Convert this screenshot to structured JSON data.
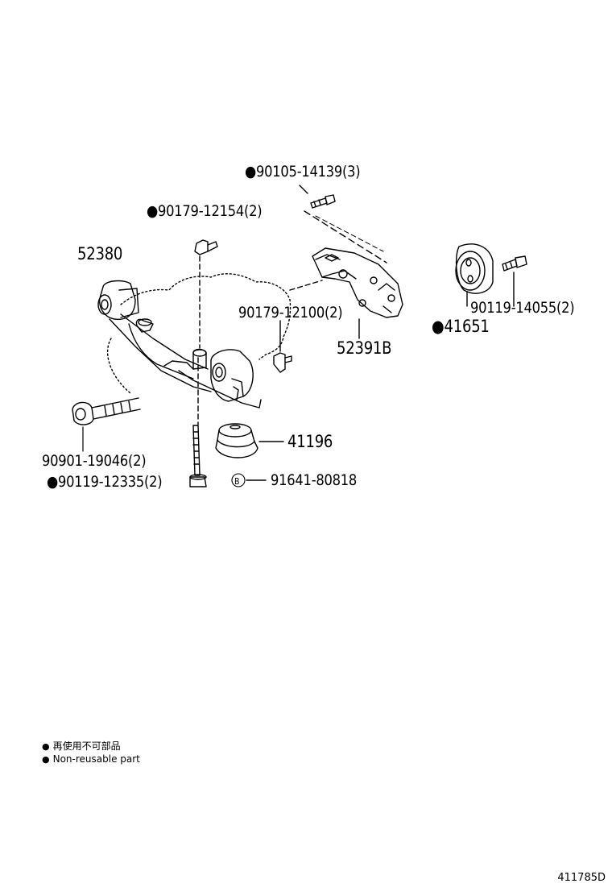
{
  "parts": {
    "p1": "●90105-14139(3)",
    "p2": "●90179-12154(2)",
    "p3": "52380",
    "p4": "90179-12100(2)",
    "p5": "52391B",
    "p6": "90119-14055(2)",
    "p7": "●41651",
    "p8": "41196",
    "p9": "90901-19046(2)",
    "p10": "●90119-12335(2)",
    "p11": "91641-80818",
    "b_mark": "B"
  },
  "legend": {
    "jp": "再使用不可部品",
    "en": "Non-reusable part",
    "dot": "●"
  },
  "code": "411785D"
}
